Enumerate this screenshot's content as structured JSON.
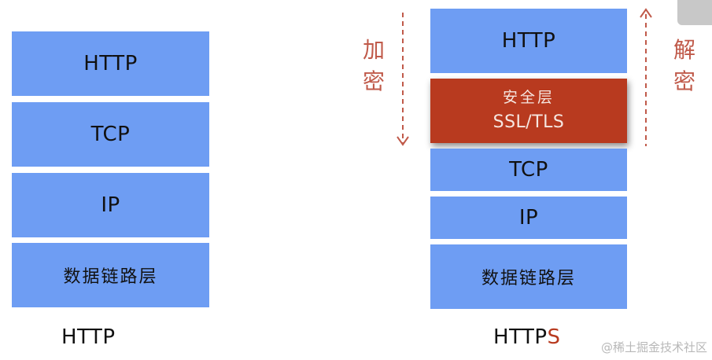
{
  "http_stack": {
    "label": "HTTP",
    "layers": [
      "HTTP",
      "TCP",
      "IP",
      "数据链路层"
    ]
  },
  "https_stack": {
    "label_prefix": "HTTP",
    "label_suffix": "S",
    "layers": {
      "http": "HTTP",
      "security_cn": "安全层",
      "security_en": "SSL/TLS",
      "tcp": "TCP",
      "ip": "IP",
      "link": "数据链路层"
    }
  },
  "annotations": {
    "encrypt_1": "加",
    "encrypt_2": "密",
    "decrypt_1": "解",
    "decrypt_2": "密"
  },
  "watermark": "@稀土掘金技术社区",
  "colors": {
    "layer_blue": "#6e9df3",
    "security_red": "#b83a1f",
    "annotation_red": "#c05a4a"
  },
  "icons": {
    "down_arrow": "dashed-down-arrow-icon",
    "up_arrow": "dashed-up-arrow-icon"
  }
}
